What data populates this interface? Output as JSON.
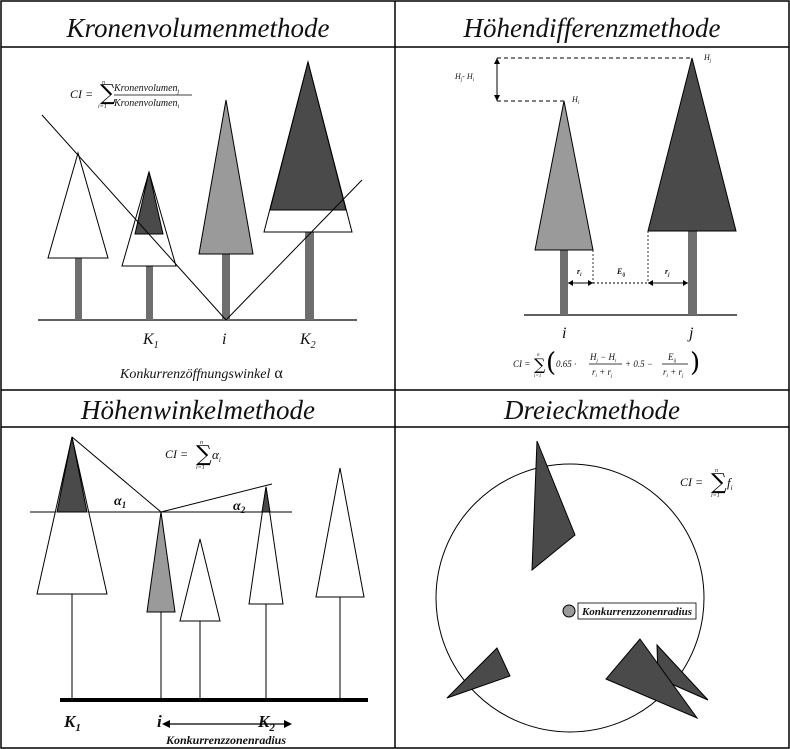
{
  "panels": {
    "top_left": {
      "title": "Kronenvolumenmethode",
      "formula": {
        "lhs": "CI =",
        "sum_top": "n",
        "sum_bottom": "i=1",
        "numerator": "Kronenvolumen",
        "numerator_sub": "j",
        "denominator": "Kronenvolumen",
        "denominator_sub": "i"
      },
      "labels": {
        "k1": "K",
        "k1_sub": "1",
        "i": "i",
        "k2": "K",
        "k2_sub": "2"
      },
      "caption": "Konkurrenzöffnungswinkel",
      "caption_symbol": "α"
    },
    "top_right": {
      "title": "Höhendifferenzmethode",
      "diff_label": "H",
      "diff_sub_j": "j",
      "diff_dash": "- H",
      "diff_sub_i": "i",
      "h_j": "H",
      "h_j_sub": "j",
      "h_i": "H",
      "h_i_sub": "i",
      "r_i": "r",
      "r_i_sub": "i",
      "e_ij": "E",
      "e_ij_sub": "ij",
      "r_j": "r",
      "r_j_sub": "j",
      "label_i": "i",
      "label_j": "j",
      "formula": {
        "lhs": "CI =",
        "sum_top": "n",
        "sum_bottom": "i=1",
        "coef1": "0.65 ·",
        "num1": "H",
        "num1_sub_j": "j",
        "num1_minus": " − H",
        "num1_sub_i": "i",
        "den1": "r",
        "den1_sub_i": "i",
        "den1_plus": " + r",
        "den1_sub_j": "j",
        "middle": "+ 0.5 −",
        "num2": "E",
        "num2_sub": "ij",
        "den2": "r",
        "den2_sub_i": "i",
        "den2_plus": " + r",
        "den2_sub_j": "j"
      }
    },
    "bottom_left": {
      "title": "Höhenwinkelmethode",
      "formula": {
        "lhs": "CI =",
        "sum_top": "n",
        "sum_bottom": "i=1",
        "term": "α",
        "term_sub": "i"
      },
      "alpha1": "α",
      "alpha1_sub": "1",
      "alpha2": "α",
      "alpha2_sub": "2",
      "k1": "K",
      "k1_sub": "1",
      "i": "i",
      "k2": "K",
      "k2_sub": "2",
      "radius_label": "Konkurrenzzonenradius"
    },
    "bottom_right": {
      "title": "Dreieckmethode",
      "formula": {
        "lhs": "CI =",
        "sum_top": "n",
        "sum_bottom": "i=1",
        "term": "f",
        "term_sub": "i"
      },
      "radius_label": "Konkurrenzzonenradius"
    }
  },
  "colors": {
    "dark_crown": "#4a4a4a",
    "mid_crown": "#9a9a9a",
    "stem": "#6e6e6e",
    "border": "#000000"
  }
}
